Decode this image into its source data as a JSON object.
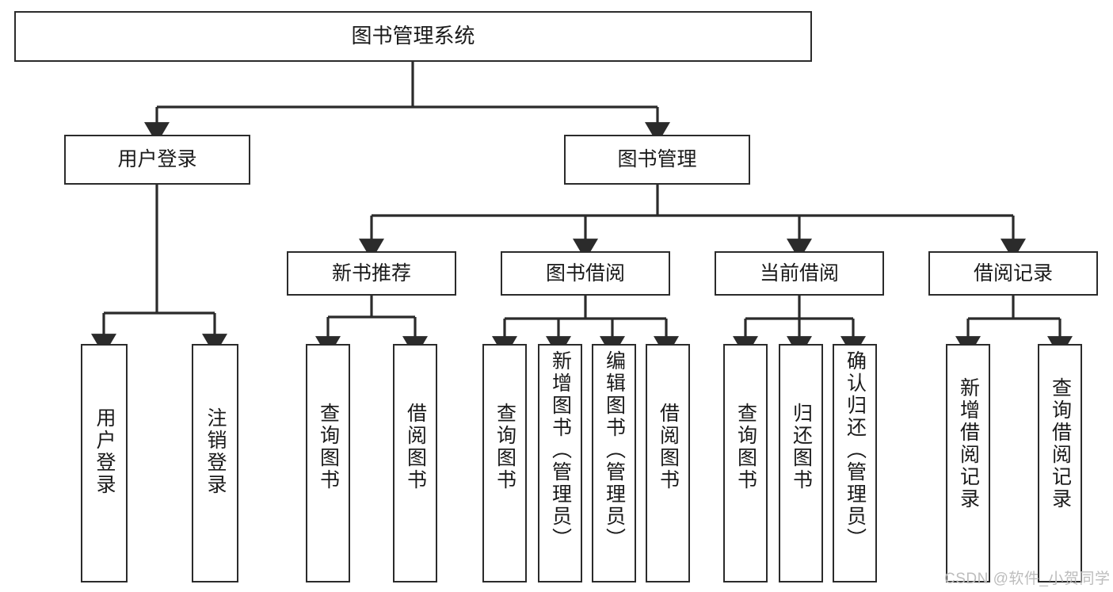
{
  "diagram": {
    "title": "图书管理系统",
    "type": "hierarchy-tree",
    "orientation": "top-down",
    "colors": {
      "box_border": "#2b2b2b",
      "box_fill": "#ffffff",
      "edge": "#2b2b2b",
      "text": "#1a1a1a",
      "watermark": "#bdbdbd"
    },
    "nodes": {
      "root": {
        "label": "图书管理系统"
      },
      "level2": [
        {
          "id": "user-login",
          "label": "用户登录"
        },
        {
          "id": "book-management",
          "label": "图书管理"
        }
      ],
      "level3": [
        {
          "id": "new-book-recommend",
          "label": "新书推荐"
        },
        {
          "id": "book-borrow",
          "label": "图书借阅"
        },
        {
          "id": "current-borrow",
          "label": "当前借阅"
        },
        {
          "id": "borrow-record",
          "label": "借阅记录"
        }
      ],
      "leaves": [
        {
          "id": "leaf-user-login",
          "label": "用户登录",
          "parent": "user-login"
        },
        {
          "id": "leaf-logout",
          "label": "注销登录",
          "parent": "user-login"
        },
        {
          "id": "leaf-query-book-1",
          "label": "查询图书",
          "parent": "new-book-recommend"
        },
        {
          "id": "leaf-borrow-book-1",
          "label": "借阅图书",
          "parent": "new-book-recommend"
        },
        {
          "id": "leaf-query-book-2",
          "label": "查询图书",
          "parent": "book-borrow"
        },
        {
          "id": "leaf-add-book",
          "label": "新增图书（管理员）",
          "parent": "book-borrow"
        },
        {
          "id": "leaf-edit-book",
          "label": "编辑图书（管理员）",
          "parent": "book-borrow"
        },
        {
          "id": "leaf-borrow-book-2",
          "label": "借阅图书",
          "parent": "book-borrow"
        },
        {
          "id": "leaf-query-book-3",
          "label": "查询图书",
          "parent": "current-borrow"
        },
        {
          "id": "leaf-return-book",
          "label": "归还图书",
          "parent": "current-borrow"
        },
        {
          "id": "leaf-confirm-return",
          "label": "确认归还（管理员）",
          "parent": "current-borrow"
        },
        {
          "id": "leaf-add-record",
          "label": "新增借阅记录",
          "parent": "borrow-record"
        },
        {
          "id": "leaf-query-record",
          "label": "查询借阅记录",
          "parent": "borrow-record"
        }
      ]
    }
  },
  "watermark": {
    "text": "CSDN @软件_小贺同学"
  }
}
